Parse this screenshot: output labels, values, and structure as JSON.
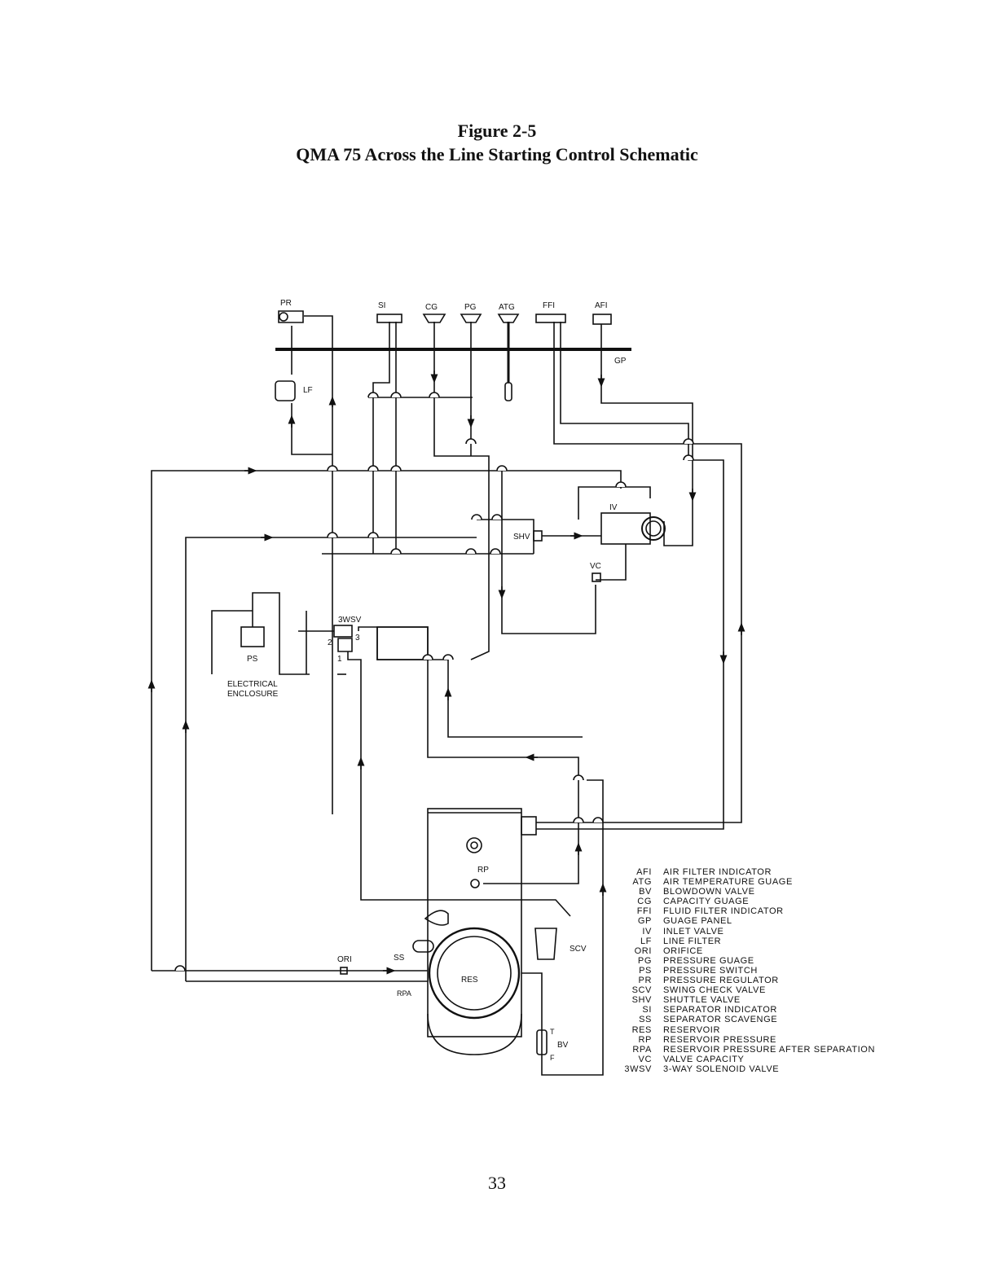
{
  "figure": {
    "title": "Figure 2-5",
    "subtitle": "QMA 75 Across the Line Starting Control Schematic"
  },
  "gauge_labels": {
    "pr": "PR",
    "si": "SI",
    "cg": "CG",
    "pg": "PG",
    "atg": "ATG",
    "ffi": "FFI",
    "afi": "AFI",
    "gp": "GP",
    "lf": "LF"
  },
  "component_labels": {
    "iv": "IV",
    "shv": "SHV",
    "vc": "VC",
    "three_wsv": "3WSV",
    "port_1": "1",
    "port_2": "2",
    "port_3": "3",
    "ps": "PS",
    "enclosure_line1": "ELECTRICAL",
    "enclosure_line2": "ENCLOSURE",
    "rp": "RP",
    "scv": "SCV",
    "ori": "ORI",
    "ss": "SS",
    "rpa": "RPA",
    "res": "RES",
    "bv": "BV",
    "bv_t": "T",
    "bv_f": "F"
  },
  "legend": [
    {
      "abbr": "AFI",
      "desc": "AIR FILTER INDICATOR"
    },
    {
      "abbr": "ATG",
      "desc": "AIR TEMPERATURE GUAGE"
    },
    {
      "abbr": "BV",
      "desc": "BLOWDOWN VALVE"
    },
    {
      "abbr": "CG",
      "desc": "CAPACITY GUAGE"
    },
    {
      "abbr": "FFI",
      "desc": "FLUID FILTER INDICATOR"
    },
    {
      "abbr": "GP",
      "desc": "GUAGE PANEL"
    },
    {
      "abbr": "IV",
      "desc": "INLET VALVE"
    },
    {
      "abbr": "LF",
      "desc": "LINE FILTER"
    },
    {
      "abbr": "ORI",
      "desc": "ORIFICE"
    },
    {
      "abbr": "PG",
      "desc": "PRESSURE GUAGE"
    },
    {
      "abbr": "PS",
      "desc": "PRESSURE SWITCH"
    },
    {
      "abbr": "PR",
      "desc": "PRESSURE REGULATOR"
    },
    {
      "abbr": "SCV",
      "desc": "SWING CHECK VALVE"
    },
    {
      "abbr": "SHV",
      "desc": "SHUTTLE VALVE"
    },
    {
      "abbr": "SI",
      "desc": "SEPARATOR INDICATOR"
    },
    {
      "abbr": "SS",
      "desc": "SEPARATOR SCAVENGE"
    },
    {
      "abbr": "RES",
      "desc": "RESERVOIR"
    },
    {
      "abbr": "RP",
      "desc": "RESERVOIR PRESSURE"
    },
    {
      "abbr": "RPA",
      "desc": "RESERVOIR PRESSURE AFTER SEPARATION"
    },
    {
      "abbr": "VC",
      "desc": "VALVE CAPACITY"
    },
    {
      "abbr": "3WSV",
      "desc": "3-WAY SOLENOID VALVE"
    }
  ],
  "page_number": "33"
}
